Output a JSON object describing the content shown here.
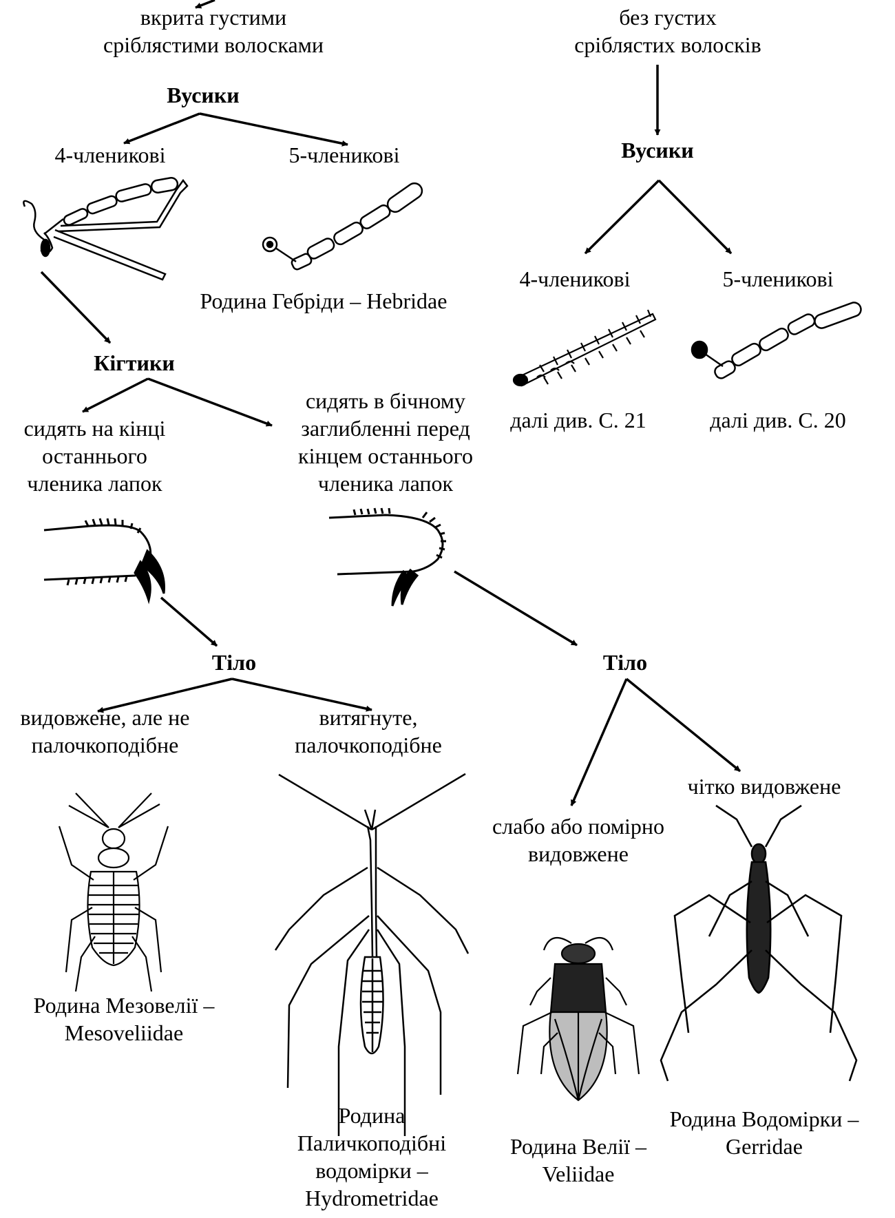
{
  "top": {
    "left_branch": [
      "вкрита густими",
      "сріблястими волосками"
    ],
    "right_branch": [
      "без густих",
      "сріблястих волосків"
    ]
  },
  "left": {
    "antennae_heading": "Вусики",
    "ant4": "4-членикові",
    "ant5": "5-членикові",
    "hebridae": "Родина Гебріди – Hebridae",
    "claws_heading": "Кігтики",
    "claw_tip": [
      "сидять на кінці",
      "останнього",
      "членика лапок"
    ],
    "claw_side": [
      "сидять в бічному",
      "заглибленні перед",
      "кінцем останнього",
      "членика лапок"
    ],
    "body_heading": "Тіло",
    "body_elong": [
      "видовжене, але не",
      "палочкоподібне"
    ],
    "body_rod": [
      "витягнуте,",
      "палочкоподібне"
    ],
    "mesoveliidae": [
      "Родина Мезовелії –",
      "Mesoveliidae"
    ],
    "hydrometridae": [
      "Родина",
      "Паличкоподібні",
      "водомірки –",
      "Hydrometridae"
    ]
  },
  "right": {
    "antennae_heading": "Вусики",
    "ant4": "4-членикові",
    "ant5": "5-членикові",
    "see21": "далі див. С. 21",
    "see20": "далі див. С. 20",
    "body_heading": "Тіло",
    "weak": [
      "слабо або помірно",
      "видовжене"
    ],
    "clear": "чітко видовжене",
    "veliidae": [
      "Родина Велії –",
      "Veliidae"
    ],
    "gerridae": [
      "Родина Водомірки –",
      "Gerridae"
    ]
  }
}
